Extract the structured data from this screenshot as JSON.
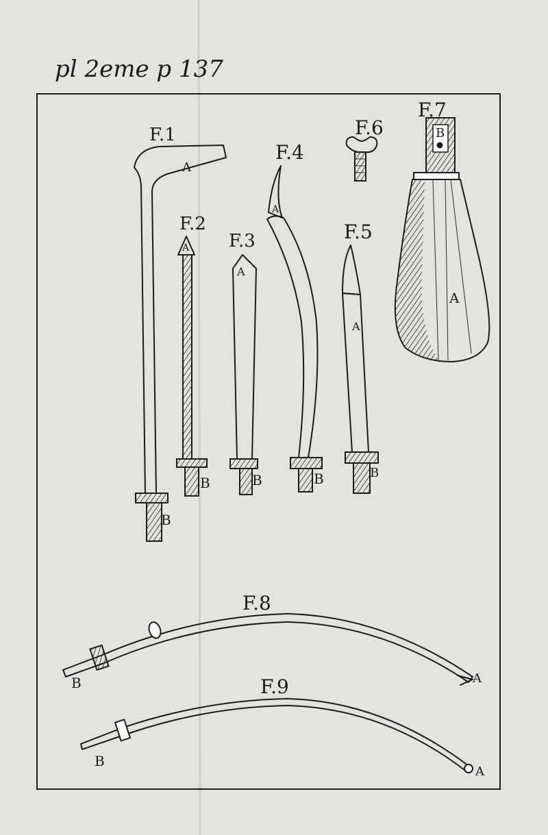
{
  "heading": "pl 2eme p 137",
  "figures": {
    "f1": {
      "label": "F.1",
      "point_a": "A",
      "point_b": "B"
    },
    "f2": {
      "label": "F.2",
      "point_a": "A",
      "point_b": "B"
    },
    "f3": {
      "label": "F.3",
      "point_a": "A",
      "point_b": "B"
    },
    "f4": {
      "label": "F.4",
      "point_a": "A",
      "point_b": "B"
    },
    "f5": {
      "label": "F.5",
      "point_a": "A",
      "point_b": "B"
    },
    "f6": {
      "label": "F.6"
    },
    "f7": {
      "label": "F.7",
      "point_a": "A",
      "point_b": "B"
    },
    "f8": {
      "label": "F.8",
      "point_a": "A",
      "point_b": "B"
    },
    "f9": {
      "label": "F.9",
      "point_a": "A",
      "point_b": "B"
    }
  },
  "colors": {
    "paper": "#e4e3df",
    "ink": "#1b1b1b"
  }
}
